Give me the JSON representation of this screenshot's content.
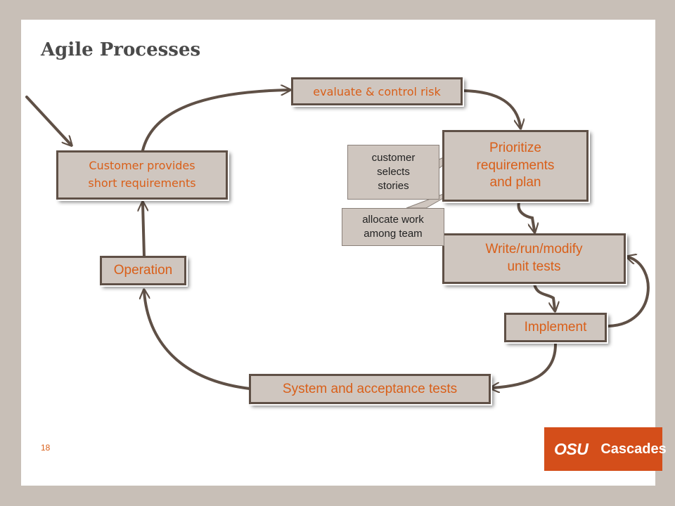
{
  "title": "Agile Processes",
  "page_number": "18",
  "nodes": {
    "evaluate": "evaluate & control risk",
    "prioritize": [
      "Prioritize",
      "requirements",
      "and plan"
    ],
    "customer": [
      "Customer provides",
      "short requirements"
    ],
    "write_tests": [
      "Write/run/modify",
      "unit tests"
    ],
    "operation": "Operation",
    "implement": "Implement",
    "system_tests": "System and acceptance tests"
  },
  "callouts": {
    "customer_selects": [
      "customer",
      "selects",
      "stories"
    ],
    "allocate_work": [
      "allocate work",
      "among team"
    ]
  },
  "logo": {
    "left": "OSU",
    "right": "Cascades"
  },
  "colors": {
    "accent": "#d95f19",
    "arrow": "#5f5046",
    "box_fill": "#cfc6bf",
    "background": "#c8bfb7",
    "logo_bg": "#d44e1a"
  }
}
